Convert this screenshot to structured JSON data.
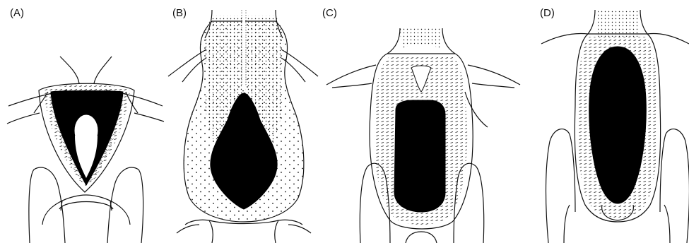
{
  "panels": [
    {
      "id": "A",
      "label": "(A)"
    },
    {
      "id": "B",
      "label": "(B)"
    },
    {
      "id": "C",
      "label": "(C)"
    },
    {
      "id": "D",
      "label": "(D)"
    }
  ],
  "colors": {
    "ink": "#000000",
    "background": "#ffffff"
  }
}
